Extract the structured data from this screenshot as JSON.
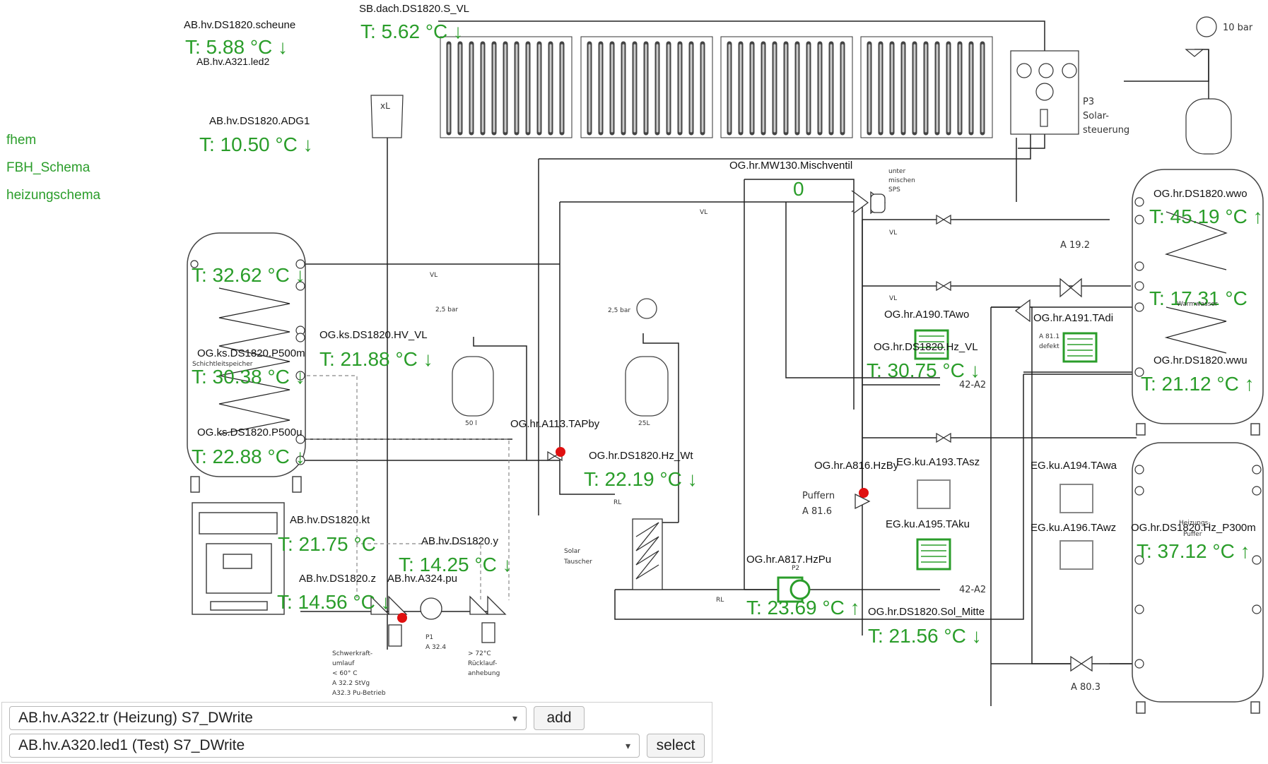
{
  "nav": {
    "links": [
      "fhem",
      "FBH_Schema",
      "heizungschema"
    ]
  },
  "sensors": [
    {
      "id": "scheune",
      "name": "AB.hv.DS1820.scheune",
      "temp": "T: 5.88 °C ↓"
    },
    {
      "id": "s-vl",
      "name": "SB.dach.DS1820.S_VL",
      "temp": "T: 5.62 °C ↓"
    },
    {
      "id": "adg1",
      "name": "AB.hv.DS1820.ADG1",
      "temp": "T: 10.50 °C ↓"
    },
    {
      "id": "p500m",
      "name": "OG.ks.DS1820.P500m",
      "temp": "T: 30.38 °C ↓"
    },
    {
      "id": "hv-vl",
      "name": "OG.ks.DS1820.HV_VL",
      "temp": "T: 21.88 °C ↓"
    },
    {
      "id": "p500u",
      "name": "OG.ks.DS1820.P500u",
      "temp": "T: 22.88 °C ↓"
    },
    {
      "id": "hz-wt",
      "name": "OG.hr.DS1820.Hz_Wt",
      "temp": "T: 22.19 °C ↓"
    },
    {
      "id": "kt",
      "name": "AB.hv.DS1820.kt",
      "temp": "T: 21.75 °C"
    },
    {
      "id": "y",
      "name": "AB.hv.DS1820.y",
      "temp": "T: 14.25 °C ↓"
    },
    {
      "id": "z",
      "name": "AB.hv.DS1820.z",
      "temp": "T: 14.56 °C ↓"
    },
    {
      "id": "hz-vl",
      "name": "OG.hr.DS1820.Hz_VL",
      "temp": "T: 30.75 °C ↓"
    },
    {
      "id": "wwo",
      "name": "OG.hr.DS1820.wwo",
      "temp": "T: 45.19 °C ↑"
    },
    {
      "id": "wwu",
      "name": "OG.hr.DS1820.wwu",
      "temp": "T: 21.12 °C ↑"
    },
    {
      "id": "hz-p300m",
      "name": "OG.hr.DS1820.Hz_P300m",
      "temp": "T: 37.12 °C ↑"
    },
    {
      "id": "sol-mitte",
      "name": "OG.hr.DS1820.Sol_Mitte",
      "temp": "T: 21.56 °C ↓"
    }
  ],
  "extra_temps": {
    "top_left": "T: 32.62 °C ↓",
    "right_mid": "T: 17.31 °C",
    "pump_hz": "T: 23.69 °C ↑"
  },
  "devices": {
    "a321_led2": "AB.hv.A321.led2",
    "a320_led1": "AB.hv.A320.led1",
    "misch_name": "OG.hr.MW130.Mischventil",
    "misch_value": "0",
    "tapby": "OG.hr.A113.TAPby",
    "a816": "OG.hr.A816.HzBy",
    "a817": "OG.hr.A817.HzPu",
    "a324": "AB.hv.A324.pu",
    "a190": "OG.hr.A190.TAwo",
    "a191": "OG.hr.A191.TAdi",
    "a193": "EG.ku.A193.TAsz",
    "a194": "EG.ku.A194.TAwa",
    "a195": "EG.ku.A195.TAku",
    "a196": "EG.ku.A196.TAwz"
  },
  "diagram": {
    "p3": "P3",
    "solar": "Solar-",
    "steuerung": "steuerung",
    "bar10": "10 bar",
    "xl": "xL",
    "vl": "VL",
    "rl": "RL",
    "a42": "42-A2",
    "puffern": "Puffern",
    "a816num": "A  81.6",
    "a803": "A  80.3",
    "a192": "A  19.2",
    "solar_tauscher_1": "Solar",
    "solar_tauscher_2": "Tauscher",
    "p1": "P1",
    "a324num": "A 32.4",
    "p2": "P2",
    "schicht": "Schichtleitspeicher",
    "v50": "50 l",
    "v25": "25L",
    "bar25a": "2,5 bar",
    "bar25b": "2,5 bar",
    "misch1": "unter",
    "misch2": "mischen",
    "misch3": "SPS",
    "defekt1": "A  81.1",
    "defekt2": "defekt",
    "wasser": "Warmwasser",
    "hz_puffer": "Heizungs-",
    "puffer": "Puffer",
    "schwer1": "Schwerkraft-",
    "schwer2": "umlauf",
    "schwer3": "< 60° C",
    "schwer4": "A 32.2 StVg",
    "schwer5": "A32.3 Pu-Betrieb",
    "ruck1": "> 72°C",
    "ruck2": "Rücklauf-",
    "ruck3": "anhebung"
  },
  "controls": {
    "select1": "AB.hv.A322.tr (Heizung) S7_DWrite",
    "add": "add",
    "select2": "AB.hv.A320.led1 (Test) S7_DWrite",
    "select": "select"
  },
  "colors": {
    "text_green": "#2a9d2a",
    "line": "#222222",
    "valve_red": "#e01010"
  }
}
